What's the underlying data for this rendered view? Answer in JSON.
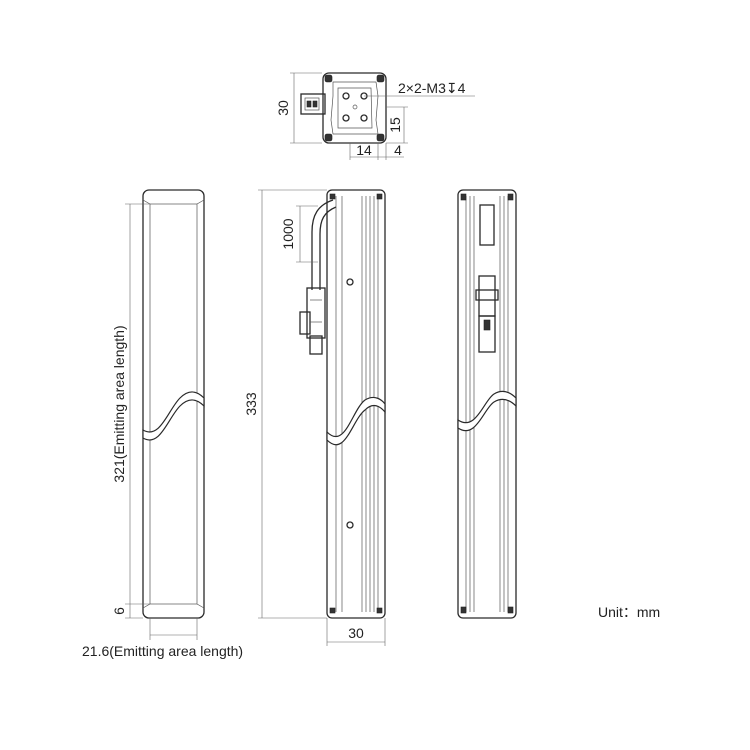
{
  "drawing": {
    "top_view": {
      "height_label": "30",
      "hole_callout": "2×2-M3",
      "depth_symbol": "↧",
      "hole_depth": "4",
      "hole_offset_y": "15",
      "hole_offset_x": "14",
      "edge_offset": "4"
    },
    "front_view": {
      "emitting_length_label": "321(Emitting area length)",
      "end_margin": "6",
      "emitting_width_label": "21.6(Emitting area length)"
    },
    "side_view": {
      "cable_length": "1000",
      "total_length": "333",
      "width": "30"
    },
    "unit_label": "Unit：mm"
  }
}
